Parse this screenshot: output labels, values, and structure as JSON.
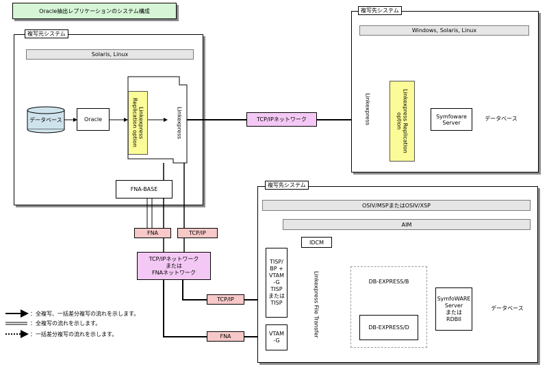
{
  "title": "Oracle抽出レプリケーションのシステム構成",
  "source_system": {
    "label": "複写元システム",
    "os": "Solaris, Linux",
    "db": "データベース",
    "oracle": "Oracle",
    "repl": "Linkexpress Replication option",
    "linkexpress": "Linkexpress",
    "fna_base": "FNA-BASE"
  },
  "network_tcp": "TCP/IPネットワーク",
  "target_top": {
    "label": "複写先システム",
    "os": "Windows, Solaris, Linux",
    "linkexpress": "Linkexpress",
    "repl": "Linkexpress Replication option",
    "server_line1": "Symfoware",
    "server_line2": "Server",
    "db": "データベース"
  },
  "fna_tag": "FNA",
  "tcpip_tag": "TCP/IP",
  "combined_network": {
    "line1": "TCP/IPネットワーク",
    "line2": "または",
    "line3": "FNAネットワーク"
  },
  "tcpip_tag2": "TCP/IP",
  "fna_tag2": "FNA",
  "target_bottom": {
    "label": "複写先システム",
    "os": "OSIV/MSPまたはOSIV/XSP",
    "aim": "AIM",
    "idcm": "IDCM",
    "tisp_lines": [
      "TISP/",
      "BP +",
      "VTAM",
      "-G",
      "TISP",
      "または",
      "TISP"
    ],
    "vtam_lines": [
      "VTAM",
      "-G"
    ],
    "file_transfer": "Linkexpress File Transfer",
    "db_express_b": "DB-EXPRESS/B",
    "db_express_d": "DB-EXPRESS/D",
    "server_lines": [
      "SymfoWARE",
      "Server",
      "または",
      "RDBII"
    ],
    "db": "データベース"
  },
  "legend": [
    "：全複写、一括差分複写の流れを示します。",
    "：全複写の流れを示します。",
    "：一括差分複写の流れを示します。"
  ]
}
